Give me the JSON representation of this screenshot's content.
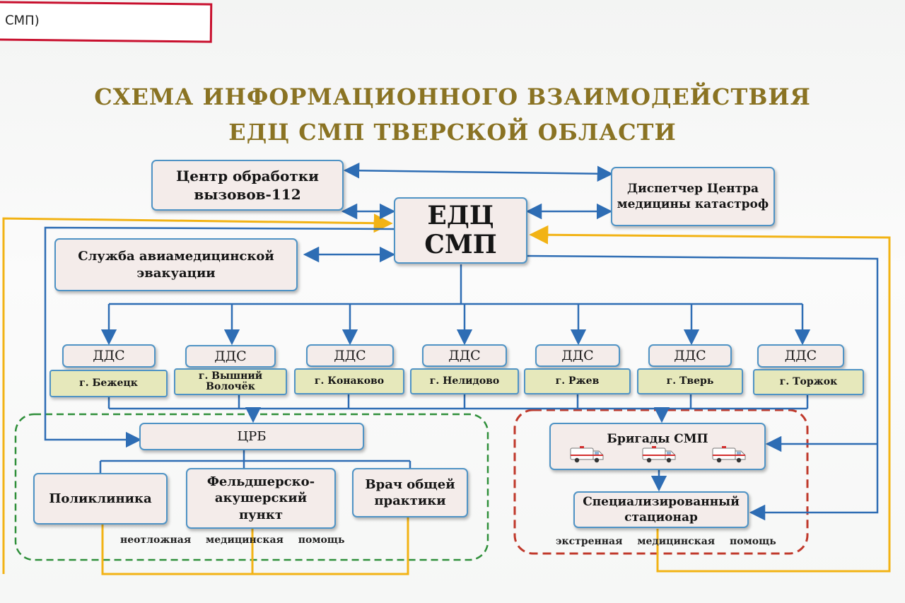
{
  "note": {
    "text": "СМП)"
  },
  "title": {
    "line1": "СХЕМА ИНФОРМАЦИОННОГО ВЗАИМОДЕЙСТВИЯ",
    "line2": "ЕДЦ СМП ТВЕРСКОЙ ОБЛАСТИ"
  },
  "nodes": {
    "call_center": "Центр обработки вызовов-112",
    "disaster_dispatcher": "Диспетчер Центра медицины катастроф",
    "edc": "ЕДЦ СМП",
    "air_evac": "Служба авиамедицинской эвакуации",
    "crb": "ЦРБ",
    "polyclinic": "Поликлиника",
    "feldsher": "Фельдшерско-акушерский пункт",
    "gp": "Врач общей практики",
    "brigades": "Бригады СМП",
    "hospital": "Специализированный стационар"
  },
  "dds": [
    {
      "label": "ДДС",
      "city": "г. Бежецк"
    },
    {
      "label": "ДДС",
      "city": "г. Вышний Волочёк"
    },
    {
      "label": "ДДС",
      "city": "г. Конаково"
    },
    {
      "label": "ДДС",
      "city": "г. Нелидово"
    },
    {
      "label": "ДДС",
      "city": "г. Ржев"
    },
    {
      "label": "ДДС",
      "city": "г. Тверь"
    },
    {
      "label": "ДДС",
      "city": "г. Торжок"
    }
  ],
  "footers": {
    "urgent": "неотложная медицинская помощь",
    "emergency": "экстренная медицинская помощь"
  },
  "colors": {
    "blue_line": "#2e6db4",
    "yellow_line": "#f2b315",
    "green_dash": "#2f8f3a",
    "red_dash": "#c0392b",
    "title": "#8a7323"
  },
  "icons": [
    "ambulance-icon",
    "ambulance-icon",
    "ambulance-icon"
  ]
}
